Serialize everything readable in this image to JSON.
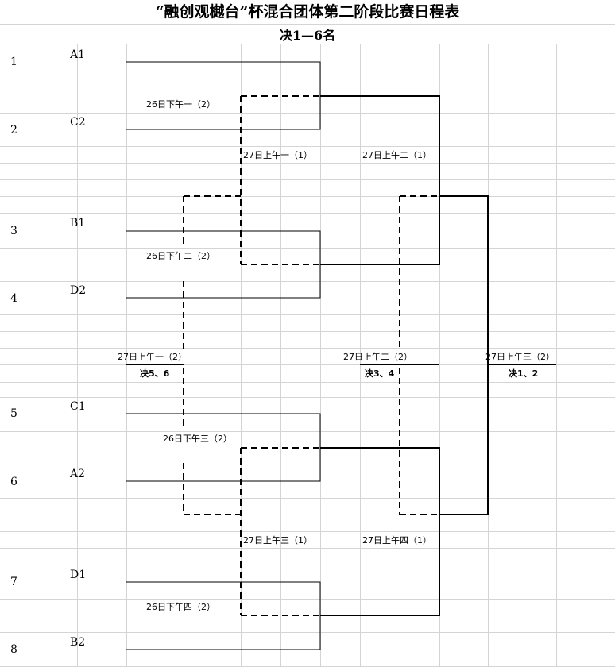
{
  "title": "“融创观樾台”杯混合团体第二阶段比赛日程表",
  "subtitle": "决1—6名",
  "row_numbers": [
    "1",
    "2",
    "3",
    "4",
    "5",
    "6",
    "7",
    "8"
  ],
  "teams": [
    "A1",
    "C2",
    "B1",
    "D2",
    "C1",
    "A2",
    "D1",
    "B2"
  ],
  "matches": {
    "m26_1": "26日下午一（2）",
    "m26_2": "26日下午二（2）",
    "m26_3": "26日下午三（2）",
    "m26_4": "26日下午四（2）",
    "m27_am1_1": "27日上午一（1）",
    "m27_am2_1": "27日上午二（1）",
    "m27_am3_1": "27日上午三（1）",
    "m27_am4_1": "27日上午四（1）",
    "m27_am1_2": "27日上午一（2）",
    "m27_am2_2": "27日上午二（2）",
    "m27_am3_2": "27日上午三（2）"
  },
  "placements": {
    "p56": "决5、6",
    "p34": "决3、4",
    "p12": "决1、2"
  }
}
